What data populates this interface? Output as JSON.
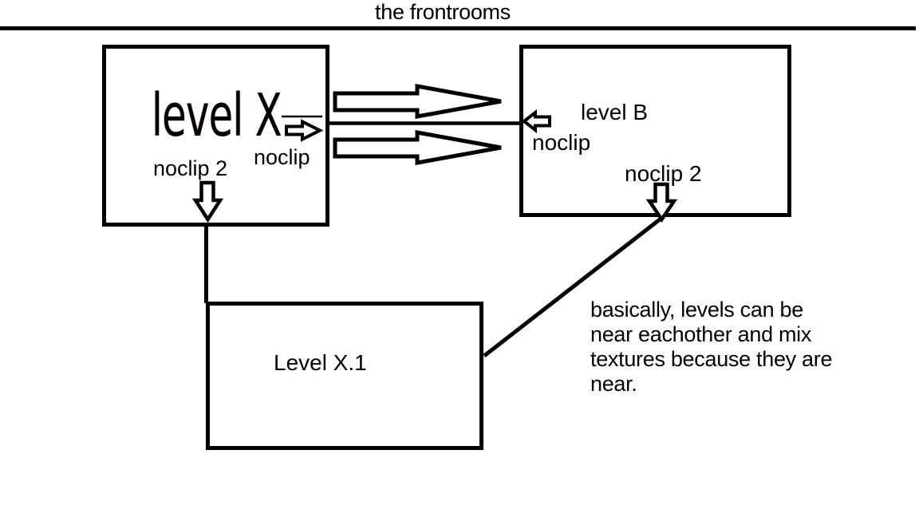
{
  "title": "the frontrooms",
  "colors": {
    "ink": "#000000",
    "paper": "#ffffff"
  },
  "boxes": {
    "level_x": {
      "label": "level X"
    },
    "level_b": {
      "label": "level B"
    },
    "level_x1": {
      "label": "Level X.1"
    }
  },
  "connections": {
    "level_x_noclip": "noclip",
    "level_x_noclip2": "noclip 2",
    "level_b_noclip": "noclip",
    "level_b_noclip2": "noclip 2"
  },
  "annotation": {
    "lines": [
      "basically, levels can be",
      "near eachother and mix",
      "textures because they are",
      "near."
    ]
  },
  "icons": {
    "noclip_arrow_top": "right-block-arrow",
    "noclip_arrow_bottom": "right-block-arrow",
    "level_x_exit_arrow": "small-right-block-arrow",
    "level_b_entry_arrow": "small-left-block-arrow",
    "level_x_down_arrow": "down-block-arrow",
    "level_b_down_arrow": "down-block-arrow"
  }
}
